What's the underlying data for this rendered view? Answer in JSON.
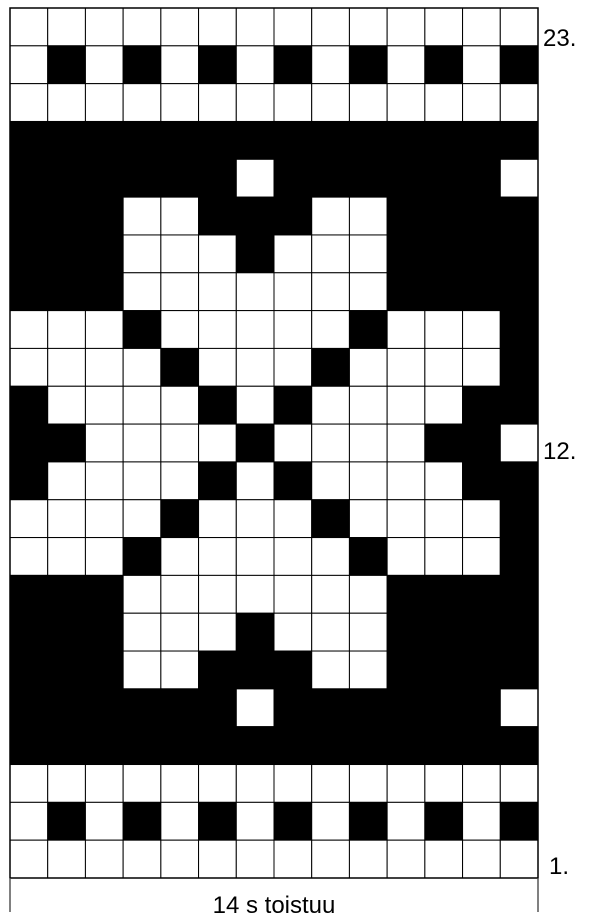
{
  "pattern": {
    "legend": {
      "repeat_label": "14 s toistuu",
      "row_markers": [
        {
          "row": 23,
          "text": "23."
        },
        {
          "row": 12,
          "text": "12."
        },
        {
          "row": 1,
          "text": "1."
        }
      ]
    },
    "grid": {
      "columns": 14,
      "rows_top_to_bottom": [
        "..............",
        ".#.#.#.#.#.#.#",
        "..............",
        "##############",
        "######.######.",
        "###..###..####",
        "###...#...####",
        "###.......####",
        "...#.....#...#",
        "....#...#....#",
        "#....#.#....##",
        "##....#....##.",
        "#....#.#....##",
        "....#...#....#",
        "...#.....#...#",
        "###.......####",
        "###...#...####",
        "###..###..####",
        "######.######.",
        "##############",
        "..............",
        ".#.#.#.#.#.#.#",
        ".............."
      ]
    },
    "colors": {
      "filled": "#000000",
      "empty": "#ffffff",
      "line": "#000000"
    }
  }
}
